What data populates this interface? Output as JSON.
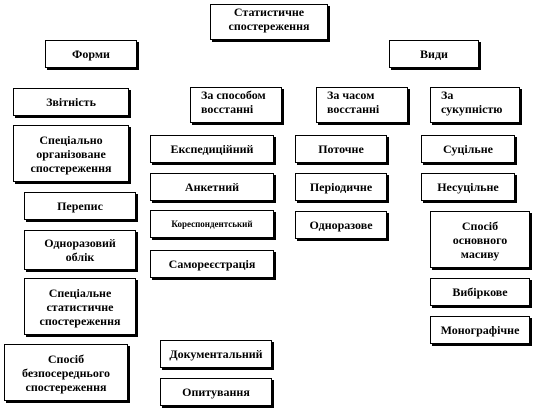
{
  "title": "Статистичне\nспостереження",
  "forms": "Форми",
  "kinds": "Види",
  "categories": {
    "reporting": "Звітність",
    "by_method": "За способом\nвосстанні",
    "by_time": "За часом\nвосстанні",
    "by_totality": "За\nсукупністю"
  },
  "forms_items": [
    "Спеціально\nорганізоване\nспостереження",
    "Перепис",
    "Одноразовий\nоблік",
    "Спеціальне\nстатистичне\nспостереження",
    "Спосіб\nбезпосереднього\nспостереження"
  ],
  "method_items": [
    "Експедиційний",
    "Анкетний",
    "Кореспондентський",
    "Самореєстрація",
    "Документальний",
    "Опитування"
  ],
  "time_items": [
    "Поточне",
    "Періодичне",
    "Одноразове"
  ],
  "totality_items": [
    "Суцільне",
    "Несуцільне",
    "Спосіб\nосновного\nмасиву",
    "Вибіркове",
    "Монографічне"
  ]
}
